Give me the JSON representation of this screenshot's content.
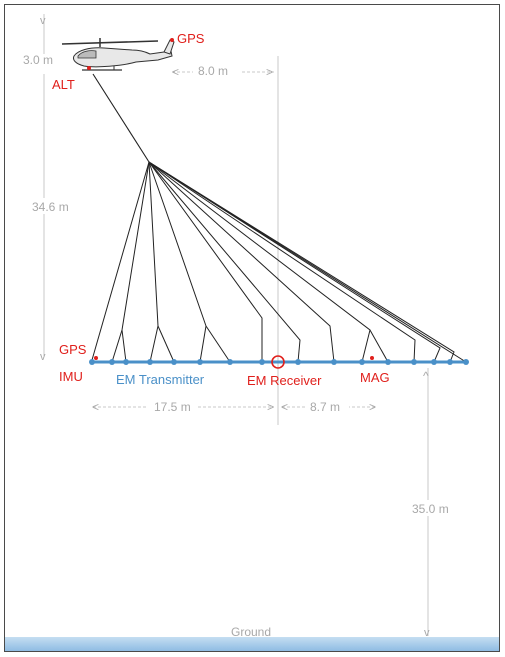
{
  "labels": {
    "gps_top": "GPS",
    "alt": "ALT",
    "height_heli": "3.0 m",
    "tow_offset": "8.0 m",
    "cable_height": "34.6 m",
    "gps_loop": "GPS",
    "imu": "IMU",
    "em_transmitter": "EM Transmitter",
    "em_receiver": "EM Receiver",
    "mag": "MAG",
    "tx_to_center": "17.5 m",
    "center_to_rx": "8.7 m",
    "ground_clearance": "35.0 m",
    "ground": "Ground"
  },
  "colors": {
    "red": "#e0201c",
    "blue": "#4a90c8",
    "dim": "#a8a8a8",
    "ground": "#9cc4e6"
  }
}
